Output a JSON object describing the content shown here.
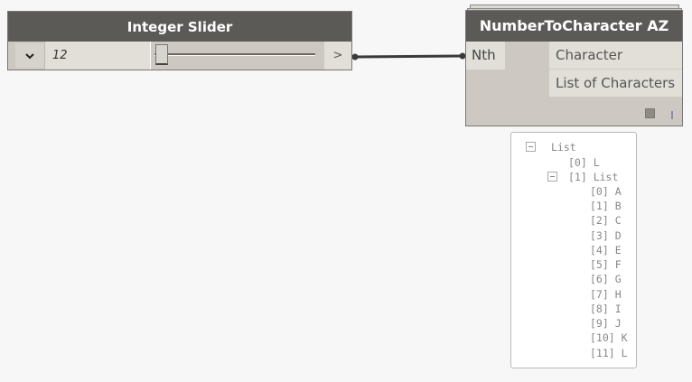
{
  "slider_node": {
    "title": "Integer Slider",
    "value": "12",
    "output_arrow": ">",
    "dropdown_icon": "chevron-down-icon"
  },
  "ntc_node": {
    "title": "NumberToCharacter AZ",
    "inputs": [
      "Nth"
    ],
    "outputs": [
      "Character",
      "List of Characters"
    ]
  },
  "preview": {
    "root_label": "List",
    "item0": "[0] L",
    "item1_label": "[1] List",
    "sublist": [
      "[0] A",
      "[1] B",
      "[2] C",
      "[3] D",
      "[4] E",
      "[5] F",
      "[6] G",
      "[7] H",
      "[8] I",
      "[9] J",
      "[10] K",
      "[11] L"
    ]
  }
}
